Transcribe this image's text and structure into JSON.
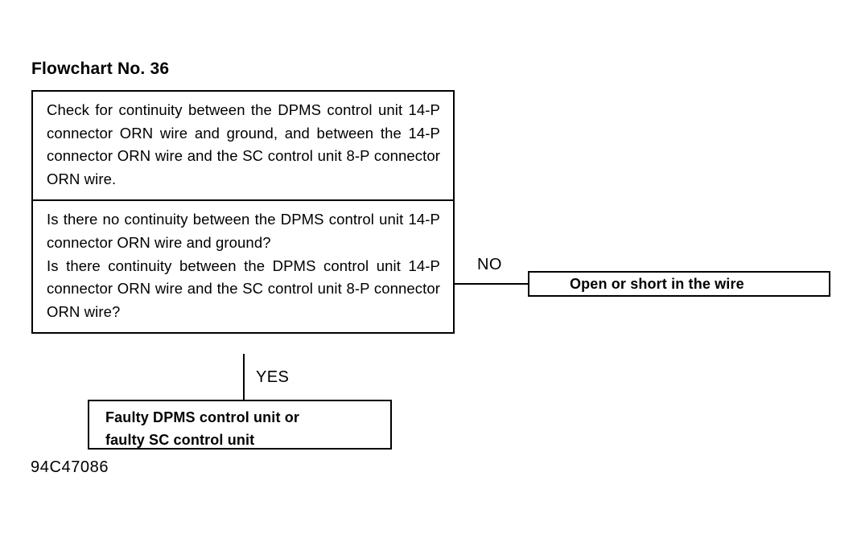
{
  "document": {
    "title": "Flowchart No. 36",
    "figure_code": "94C47086",
    "background_color": "#ffffff",
    "line_color": "#000000"
  },
  "flowchart": {
    "nodes": {
      "action": {
        "kind": "process",
        "text": "Check for continuity between the DPMS control unit 14-P connector ORN wire and ground, and between the 14-P connector ORN wire and the SC control unit 8-P connector ORN wire."
      },
      "question": {
        "kind": "decision",
        "text_line_1": "Is there no continuity between the DPMS control unit 14-P connector ORN wire and ground?",
        "text_line_2": "Is there continuity between the DPMS control unit 14-P connector ORN wire and the SC control unit 8-P connector ORN wire?"
      },
      "result_no": {
        "kind": "terminal",
        "text": "Open or short in the wire"
      },
      "result_yes": {
        "kind": "terminal",
        "text": "Faulty DPMS control unit or\nfaulty SC control unit"
      }
    },
    "branches": {
      "no_label": "NO",
      "yes_label": "YES"
    }
  }
}
